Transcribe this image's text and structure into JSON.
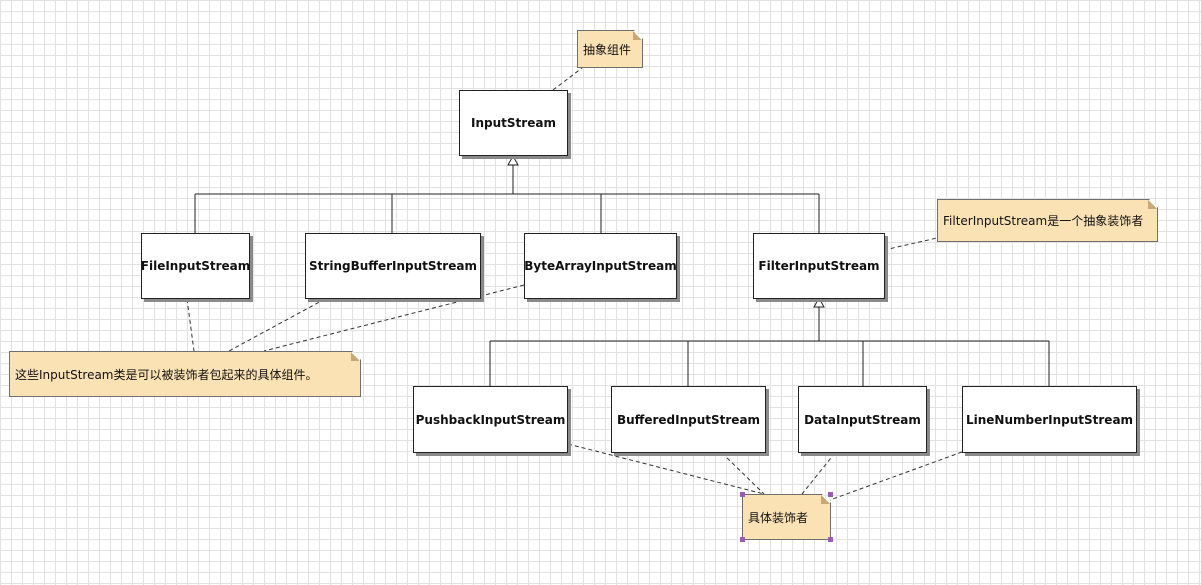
{
  "diagram": {
    "root": {
      "name": "InputStream"
    },
    "components": [
      {
        "name": "FileInputStream"
      },
      {
        "name": "StringBufferInputStream"
      },
      {
        "name": "ByteArrayInputStream"
      },
      {
        "name": "FilterInputStream"
      }
    ],
    "decorators": [
      {
        "name": "PushbackInputStream"
      },
      {
        "name": "BufferedInputStream"
      },
      {
        "name": "DataInputStream"
      },
      {
        "name": "LineNumberInputStream"
      }
    ],
    "notes": {
      "abstract_component": "抽象组件",
      "abstract_decorator": "FilterInputStream是一个抽象装饰者",
      "concrete_components": "这些InputStream类是可以被装饰者包起来的具体组件。",
      "concrete_decorators": "具体装饰者"
    }
  }
}
